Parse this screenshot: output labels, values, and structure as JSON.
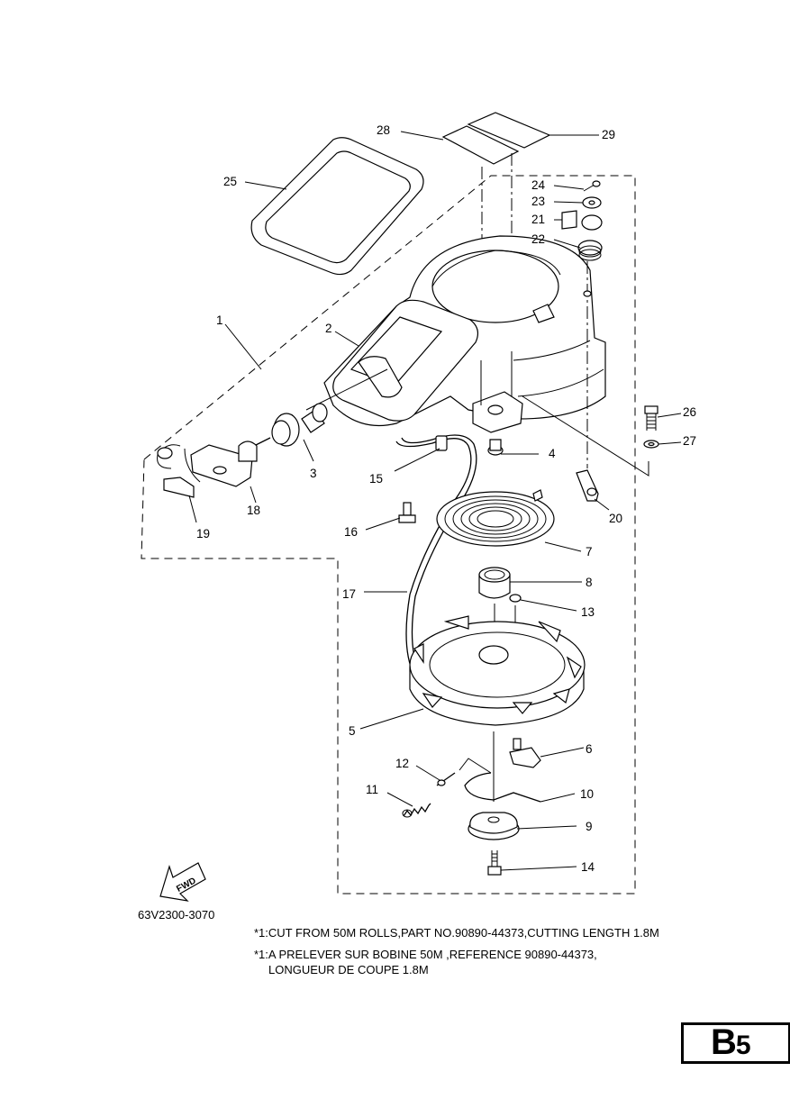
{
  "diagram": {
    "callouts": [
      "1",
      "2",
      "3",
      "4",
      "5",
      "6",
      "7",
      "8",
      "9",
      "10",
      "11",
      "12",
      "13",
      "14",
      "15",
      "16",
      "17",
      "18",
      "19",
      "20",
      "21",
      "22",
      "23",
      "24",
      "25",
      "26",
      "27",
      "28",
      "29"
    ],
    "fwd_label": "FWD"
  },
  "footer": {
    "catalog_code": "63V2300-3070",
    "note_en": "*1:CUT FROM 50M ROLLS,PART NO.90890-44373,CUTTING LENGTH 1.8M",
    "note_fr_line1": "*1:A PRELEVER SUR BOBINE 50M ,REFERENCE 90890-44373,",
    "note_fr_line2": "LONGUEUR DE COUPE 1.8M",
    "page_letter": "B",
    "page_number": "5"
  }
}
